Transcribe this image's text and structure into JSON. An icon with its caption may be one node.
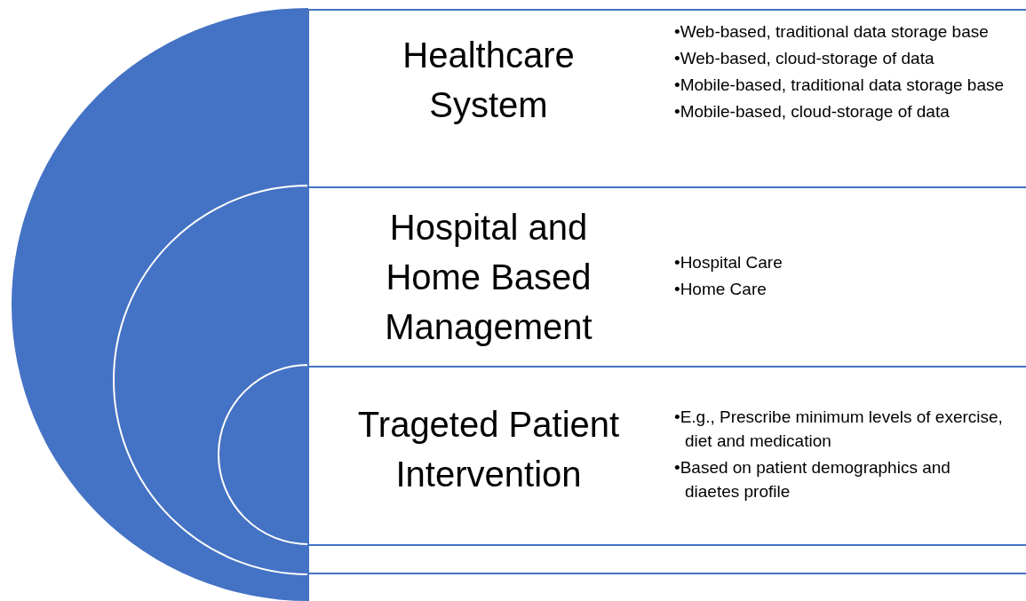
{
  "diagram": {
    "nodes": [
      {
        "text": [
          "Healthcare System",
          "•Web-based, traditional data storage base",
          "•Web-based, cloud-storage of data",
          "•Mobile-based, traditional data storage base",
          "•Mobile-based, cloud-storage of data"
        ]
      },
      {
        "text": [
          "Hospital and Home Based Management",
          "•Hospital Care",
          "•Home Care"
        ]
      },
      {
        "text": [
          "Trageted Patient Intervention",
          "•E.g., Prescribe minimum levels of exercise, diet and medication",
          "•Based on patient demographics and diaetes profile"
        ]
      },
      {
        "text": [],
        "shape": "box"
      },
      {
        "text": [],
        "shape": "box"
      }
    ]
  }
}
